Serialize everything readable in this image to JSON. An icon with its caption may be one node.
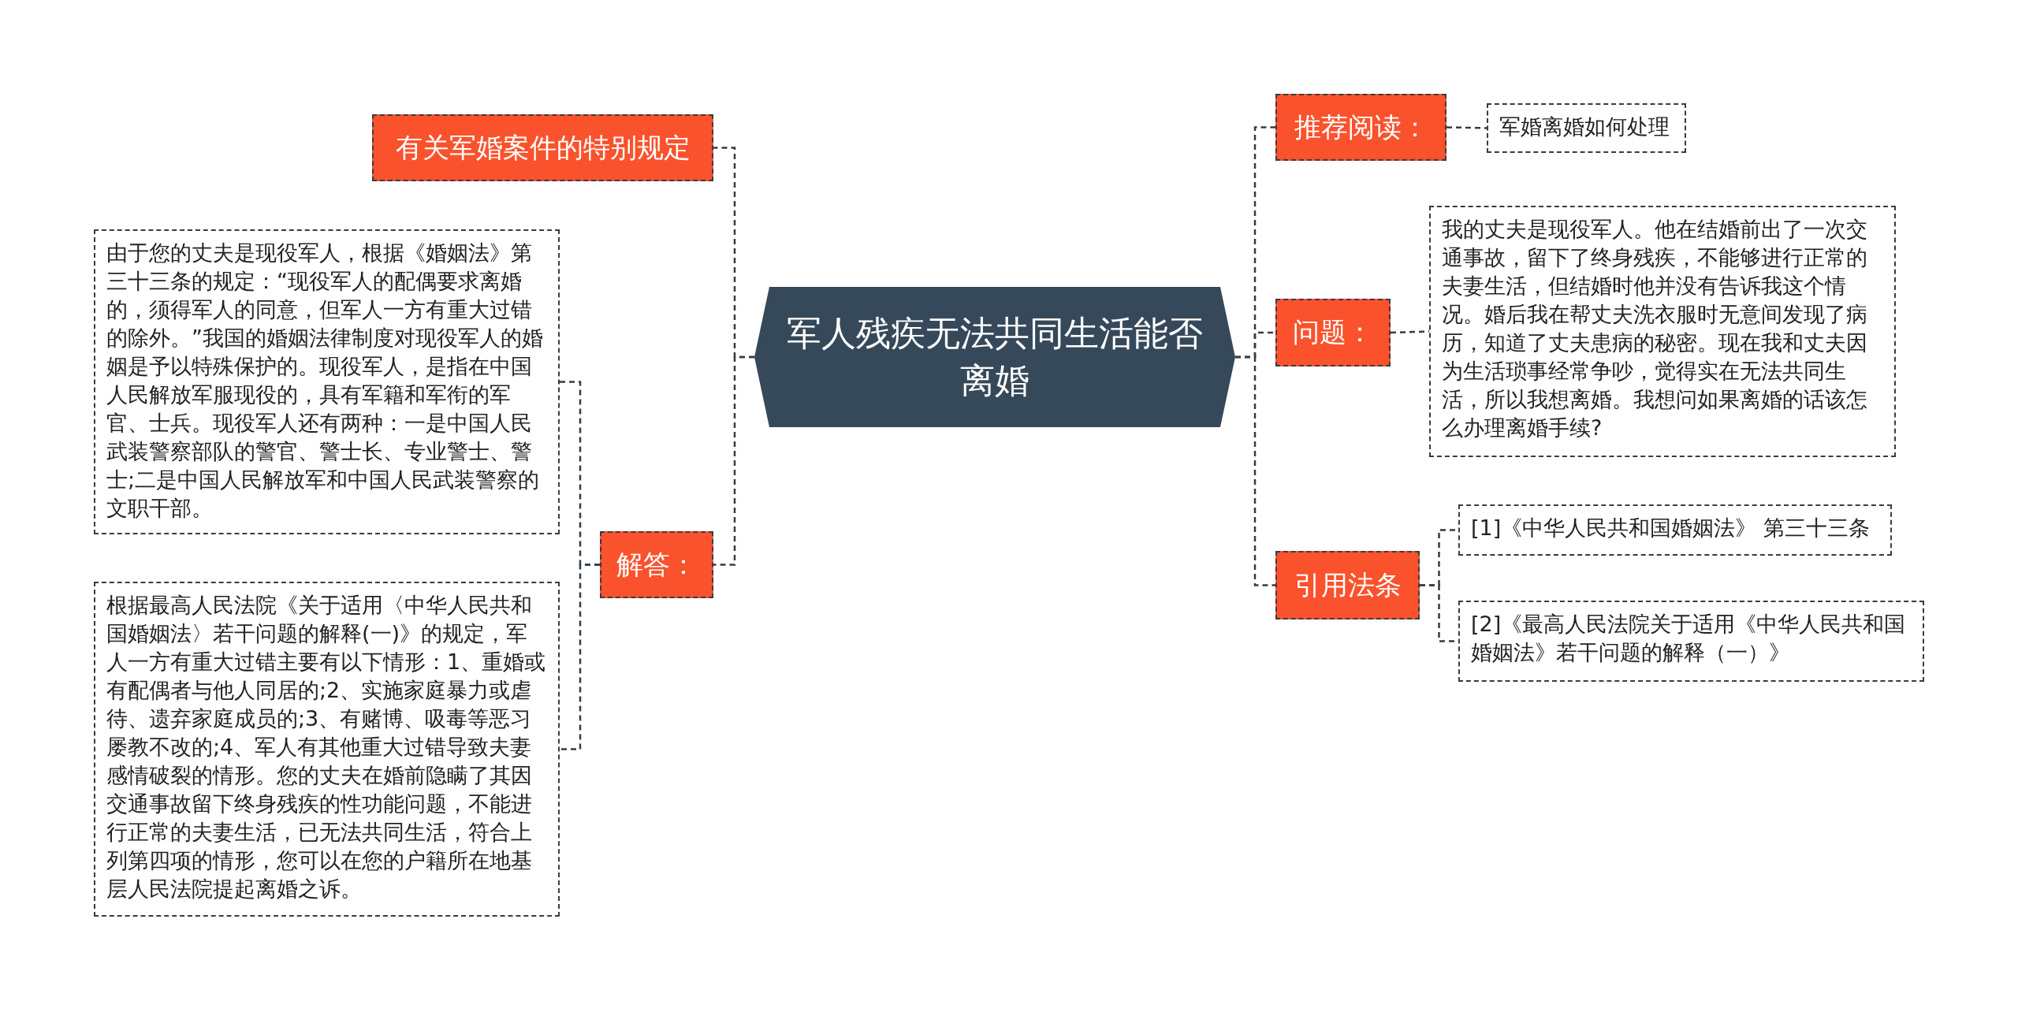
{
  "diagram": {
    "nodes": [
      {
        "text": [
          "军人残疾无法共同生活能否离婚"
        ]
      },
      {
        "text": [
          "有关军婚案件的特别规定"
        ]
      },
      {
        "text": [
          "解答："
        ]
      },
      {
        "text": [
          "由于您的丈夫是现役军人，根据《婚姻法》第三十三条的规定：“现役军人的配偶要求离婚的，须得军人的同意，但军人一方有重大过错的除外。”我国的婚姻法律制度对现役军人的婚姻是予以特殊保护的。现役军人，是指在中国人民解放军服现役的，具有军籍和军衔的军官、士兵。现役军人还有两种：一是中国人民武装警察部队的警官、警士长、专业警士、警士;二是中国人民解放军和中国人民武装警察的文职干部。"
        ]
      },
      {
        "text": [
          "根据最高人民法院《关于适用〈中华人民共和国婚姻法〉若干问题的解释(一)》的规定，军人一方有重大过错主要有以下情形：1、重婚或有配偶者与他人同居的;2、实施家庭暴力或虐待、遗弃家庭成员的;3、有赌博、吸毒等恶习屡教不改的;4、军人有其他重大过错导致夫妻感情破裂的情形。您的丈夫在婚前隐瞒了其因交通事故留下终身残疾的性功能问题，不能进行正常的夫妻生活，已无法共同生活，符合上列第四项的情形，您可以在您的户籍所在地基层人民法院提起离婚之诉。"
        ]
      },
      {
        "text": [
          "推荐阅读："
        ]
      },
      {
        "text": [
          "军婚离婚如何处理"
        ]
      },
      {
        "text": [
          "问题："
        ]
      },
      {
        "text": [
          "我的丈夫是现役军人。他在结婚前出了一次交通事故，留下了终身残疾，不能够进行正常的夫妻生活，但结婚时他并没有告诉我这个情况。婚后我在帮丈夫洗衣服时无意间发现了病历，知道了丈夫患病的秘密。现在我和丈夫因为生活琐事经常争吵，觉得实在无法共同生活，所以我想离婚。我想问如果离婚的话该怎么办理离婚手续?"
        ]
      },
      {
        "text": [
          "引用法条"
        ]
      },
      {
        "text": [
          "[1]《中华人民共和国婚姻法》 第三十三条"
        ]
      },
      {
        "text": [
          "[2]《最高人民法院关于适用《中华人民共和国婚姻法》若干问题的解释（一）》"
        ]
      }
    ],
    "edges": [
      {
        "from": 0,
        "to": 1,
        "arrow": "none"
      },
      {
        "from": 0,
        "to": 2,
        "arrow": "none"
      },
      {
        "from": 2,
        "to": 3,
        "arrow": "none"
      },
      {
        "from": 2,
        "to": 4,
        "arrow": "none"
      },
      {
        "from": 0,
        "to": 5,
        "arrow": "none"
      },
      {
        "from": 5,
        "to": 6,
        "arrow": "none"
      },
      {
        "from": 0,
        "to": 7,
        "arrow": "none"
      },
      {
        "from": 7,
        "to": 8,
        "arrow": "none"
      },
      {
        "from": 0,
        "to": 9,
        "arrow": "none"
      },
      {
        "from": 9,
        "to": 10,
        "arrow": "none"
      },
      {
        "from": 9,
        "to": 11,
        "arrow": "none"
      }
    ]
  }
}
